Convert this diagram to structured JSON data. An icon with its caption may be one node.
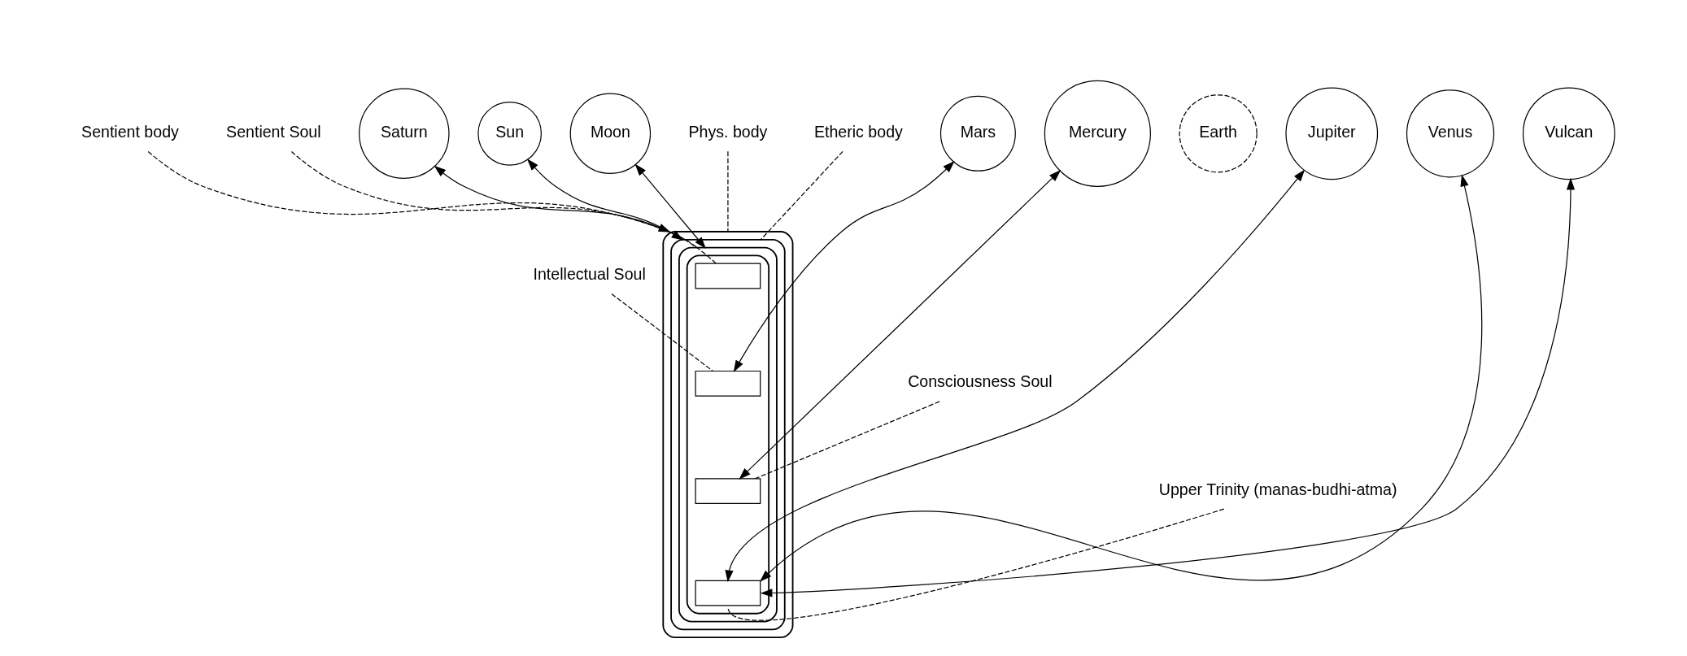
{
  "diagram": {
    "nodes": [
      {
        "text": [
          "Saturn"
        ]
      },
      {
        "text": [
          "Sun"
        ]
      },
      {
        "text": [
          "Moon"
        ]
      },
      {
        "text": [
          "Mars"
        ]
      },
      {
        "text": [
          "Mercury"
        ]
      },
      {
        "text": [
          "Earth"
        ]
      },
      {
        "text": [
          "Jupiter"
        ]
      },
      {
        "text": [
          "Venus"
        ]
      },
      {
        "text": [
          "Vulcan"
        ]
      },
      {
        "text": [],
        "shape": "ellipse"
      },
      {
        "text": [],
        "shape": "ellipse",
        "in": 9
      },
      {
        "text": [],
        "shape": "ellipse",
        "in": 10
      },
      {
        "text": [],
        "shape": "ellipse",
        "in": 11
      },
      {
        "text": [],
        "shape": "box",
        "in": 12
      },
      {
        "text": [],
        "shape": "box",
        "in": 12
      },
      {
        "text": [],
        "shape": "box",
        "in": 12
      },
      {
        "text": [],
        "shape": "box",
        "in": 12
      },
      {
        "text": [
          "Sentient Soul"
        ]
      },
      {
        "text": [
          "Intellectual Soul"
        ]
      },
      {
        "text": [
          "Consciousness Soul"
        ]
      },
      {
        "text": [
          "Upper Trinity (manas-budhi-atma)"
        ]
      },
      {
        "text": [
          "Phys. body"
        ]
      },
      {
        "text": [
          "Etheric body"
        ]
      },
      {
        "text": [
          "Sentient body"
        ]
      }
    ],
    "edges": [
      {
        "from": 0,
        "to": 9,
        "arrow": "both"
      },
      {
        "from": 1,
        "to": 10,
        "arrow": "both"
      },
      {
        "from": 2,
        "to": 11,
        "arrow": "both"
      },
      {
        "from": 3,
        "to": 14,
        "arrow": "both"
      },
      {
        "from": 4,
        "to": 15,
        "arrow": "both"
      },
      {
        "from": 6,
        "to": 16,
        "arrow": "both"
      },
      {
        "from": 7,
        "to": 16,
        "arrow": "both"
      },
      {
        "from": 8,
        "to": 16,
        "arrow": "both"
      },
      {
        "from": 17,
        "to": 13,
        "arrow": "none",
        "style": "dashed"
      },
      {
        "from": 18,
        "to": 14,
        "arrow": "none",
        "style": "dashed"
      },
      {
        "from": 19,
        "to": 15,
        "arrow": "none",
        "style": "dashed"
      },
      {
        "from": 20,
        "to": 16,
        "arrow": "none",
        "style": "dashed"
      },
      {
        "from": 21,
        "to": 9,
        "arrow": "none",
        "style": "dashed"
      },
      {
        "from": 22,
        "to": 10,
        "arrow": "none",
        "style": "dashed"
      },
      {
        "from": 23,
        "to": 11,
        "arrow": "none",
        "style": "dashed"
      }
    ]
  }
}
